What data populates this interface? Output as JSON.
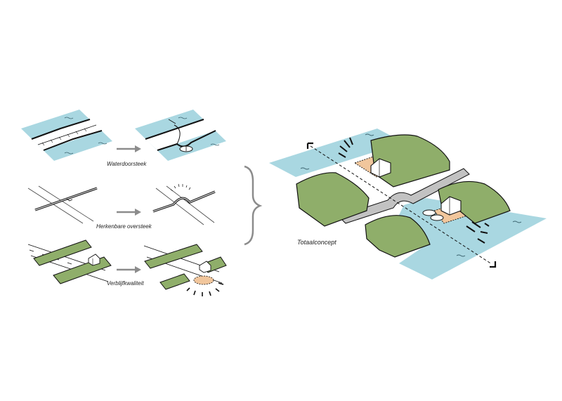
{
  "captions": {
    "step1": "Waterdoorsteek",
    "step2": "Herkenbare oversteek",
    "step3": "Verblijfkwaliteit",
    "total": "Totaalconcept"
  },
  "colors": {
    "water": "#a9d7e1",
    "green": "#8fae6a",
    "path": "#c2c2c2",
    "terrace": "#f1c69c",
    "ink": "#111111",
    "arrow": "#8c8c8c",
    "brace": "#8c8c8c"
  },
  "icons": {
    "step_arrow": "right-arrow-icon",
    "grouping": "curly-brace-icon",
    "view_axis": "dashed-arrow-icon",
    "house": "house-icon",
    "boat": "boat-icon",
    "sun": "sunburst-icon"
  }
}
